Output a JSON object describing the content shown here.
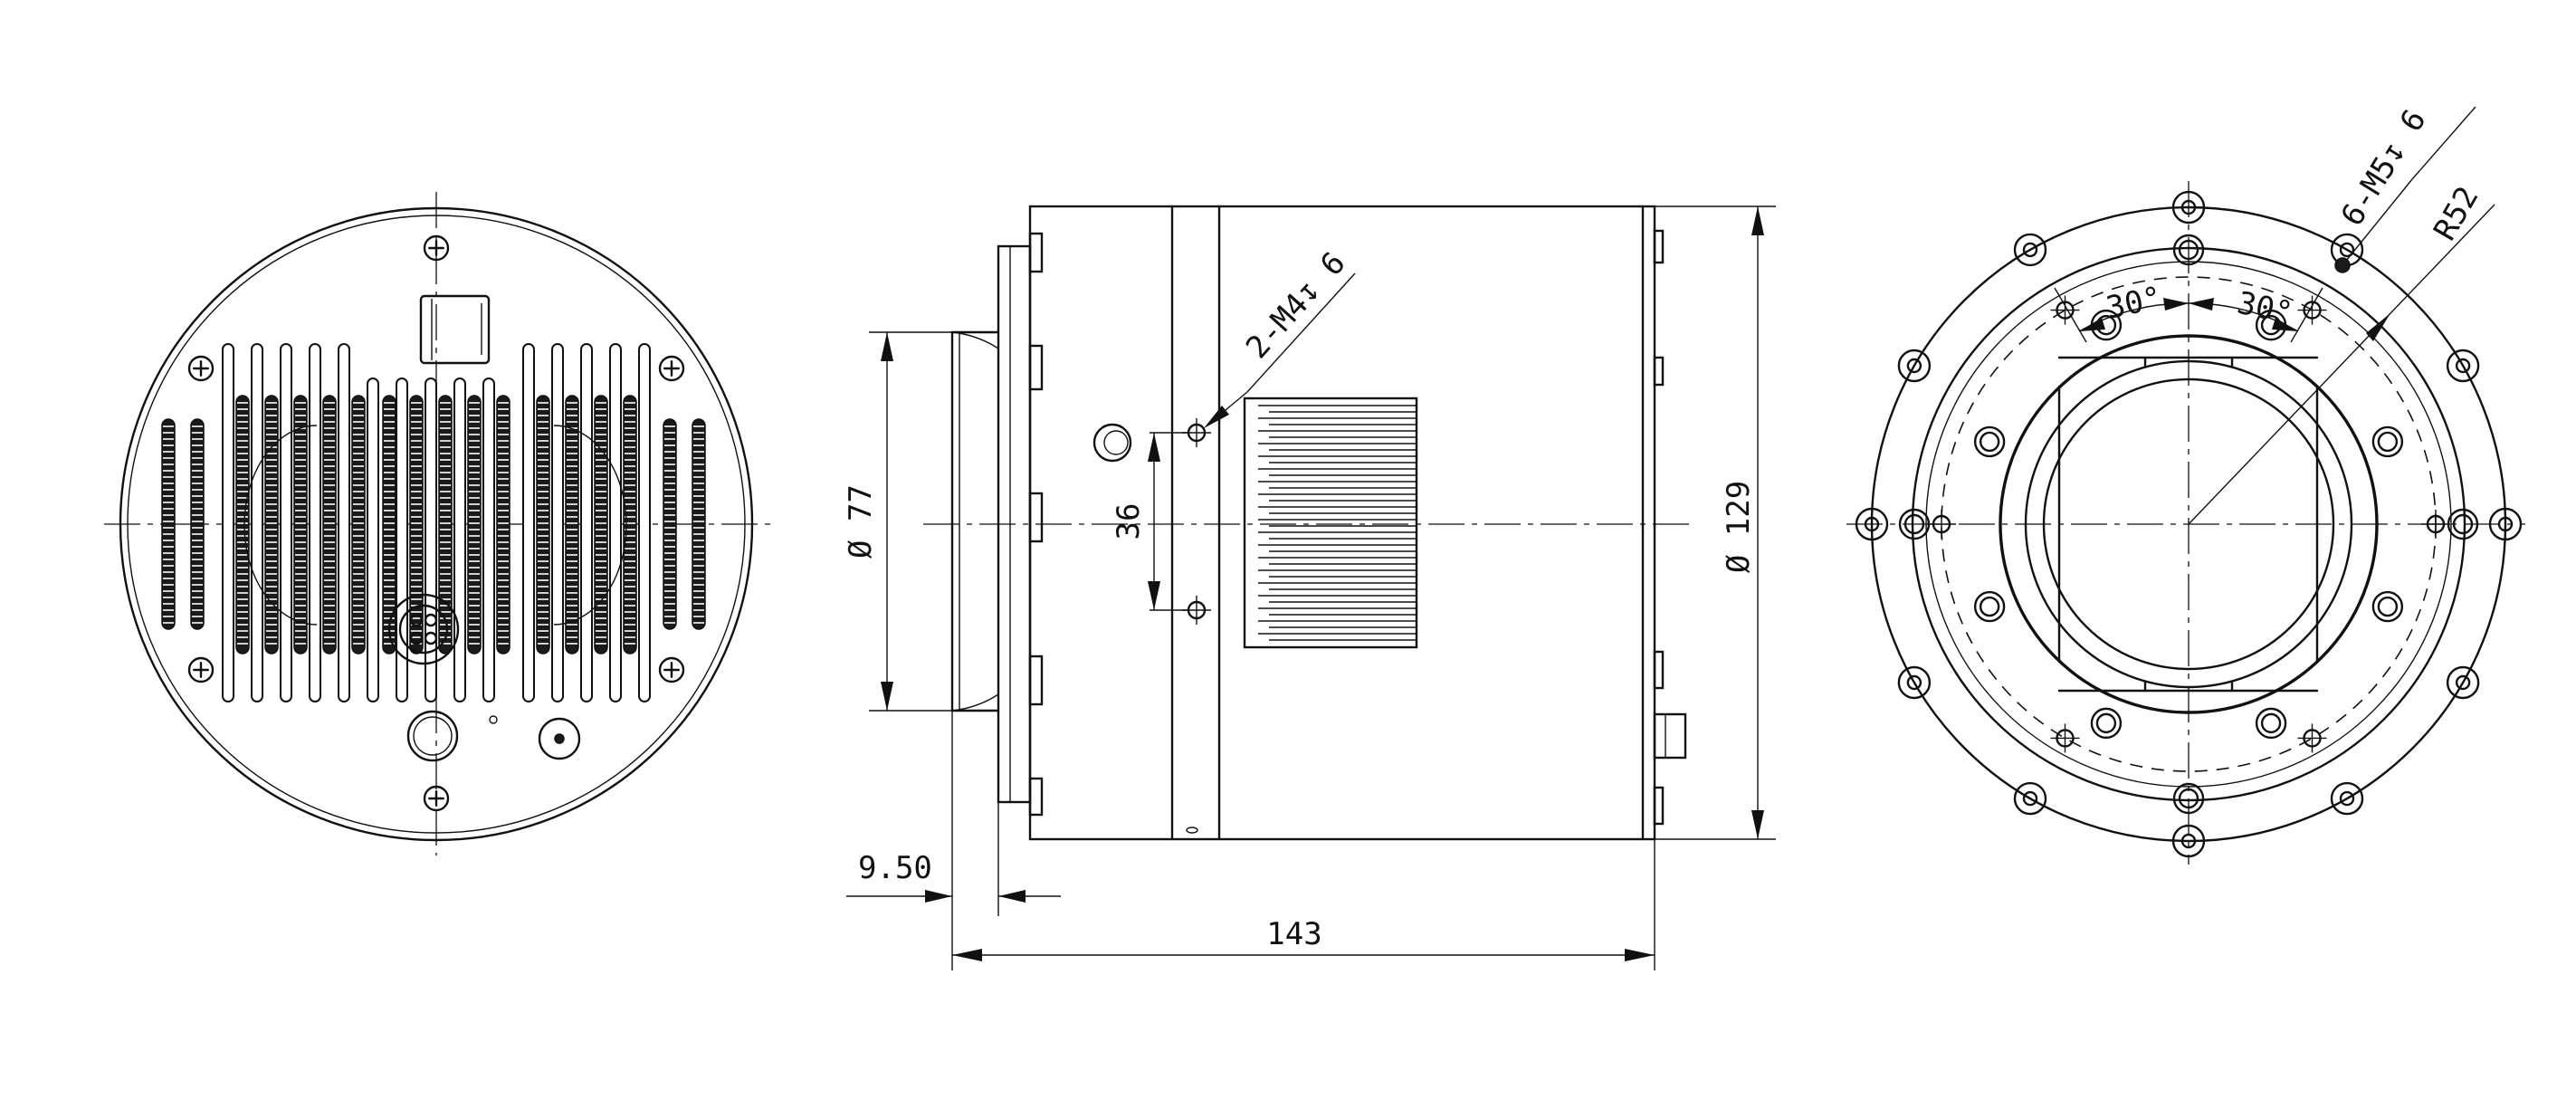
{
  "views": {
    "rear": "rear-view",
    "side": "side-view",
    "front": "front-view"
  },
  "dimensions": {
    "thread_side": "2-M4↧ 6",
    "thread_front": "6-M5↧ 6",
    "radius": "R52",
    "angle_left": "30°",
    "angle_right": "30°",
    "diameter_small": "Ø 77",
    "diameter_body": "Ø 129",
    "spacing": "36",
    "flange_offset": "9.50",
    "length": "143"
  }
}
